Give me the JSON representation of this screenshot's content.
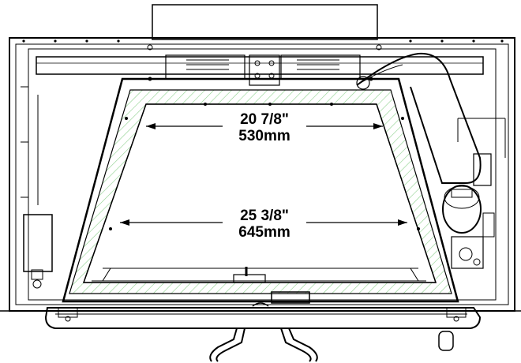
{
  "dimensions": {
    "top_width_imperial": "20  7/8\"",
    "top_width_metric": "530mm",
    "bottom_width_imperial": "25  3/8\"",
    "bottom_width_metric": "645mm"
  },
  "colors": {
    "line": "#000000",
    "hatch": "#8ed18e",
    "background": "#ffffff"
  }
}
